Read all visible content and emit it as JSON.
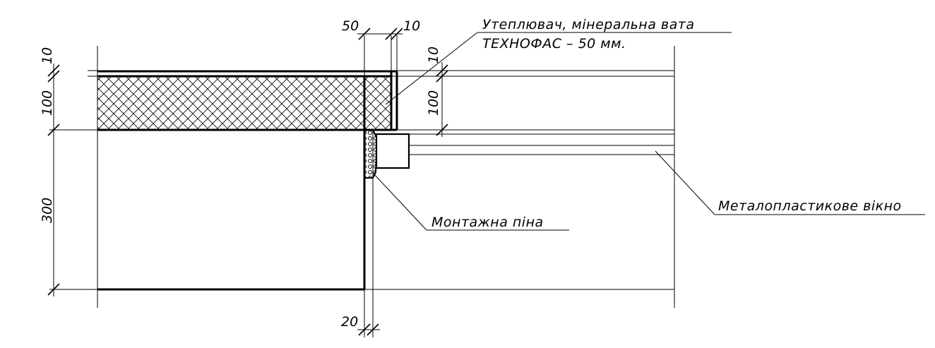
{
  "dimensions": {
    "top_left_10": "10",
    "left_100": "100",
    "left_300": "300",
    "top_50": "50",
    "top_10": "10",
    "right_10": "10",
    "right_100": "100",
    "bottom_20": "20"
  },
  "labels": {
    "insulation_line1": "Утеплювач, мінеральна вата",
    "insulation_line2": "ТЕХНОФАС – 50 мм.",
    "mounting_foam": "Монтажна піна",
    "window": "Металопластикове вікно"
  },
  "colors": {
    "line": "#000000",
    "background": "#ffffff"
  }
}
